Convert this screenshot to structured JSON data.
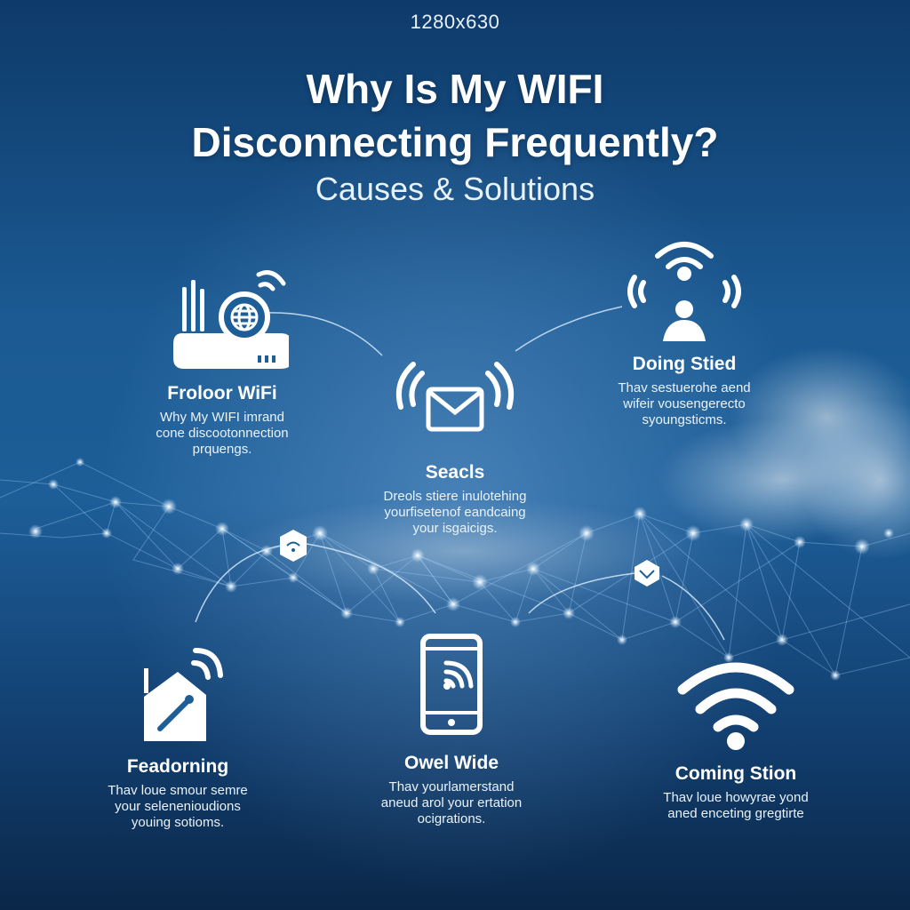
{
  "canvas_label": "1280x630",
  "title_line1": "Why Is My WIFI",
  "title_line2": "Disconnecting Frequently?",
  "subtitle": "Causes & Solutions",
  "cards": [
    {
      "title": "Froloor WiFi",
      "desc": [
        "Why My WIFI imrand",
        "cone discootonnection",
        "prquengs."
      ],
      "icon": "router-globe-icon"
    },
    {
      "title": "Seacls",
      "desc": [
        "Dreols stiere inulotehing",
        "yourfisetenof eandcaing",
        "your isgaicigs."
      ],
      "icon": "envelope-signal-icon"
    },
    {
      "title": "Doing Stied",
      "desc": [
        "Thav sestuerohe aend",
        "wifeir vousengerecto",
        "syoungsticms."
      ],
      "icon": "person-signal-icon"
    },
    {
      "title": "Feadorning",
      "desc": [
        "Thav loue smour semre",
        "your selenenioudions",
        "youing sotioms."
      ],
      "icon": "house-signal-icon"
    },
    {
      "title": "Owel Wide",
      "desc": [
        "Thav yourlamerstand",
        "aneud arol your ertation",
        "ocigrations."
      ],
      "icon": "smartphone-wifi-icon"
    },
    {
      "title": "Coming Stion",
      "desc": [
        "Thav loue howyrae yond",
        "aned enceting gregtirte"
      ],
      "icon": "wifi-icon"
    }
  ],
  "colors": {
    "bg_top": "#0e3a6a",
    "bg_mid": "#1d5e98",
    "bg_bottom": "#0a2748",
    "text": "#ffffff"
  }
}
